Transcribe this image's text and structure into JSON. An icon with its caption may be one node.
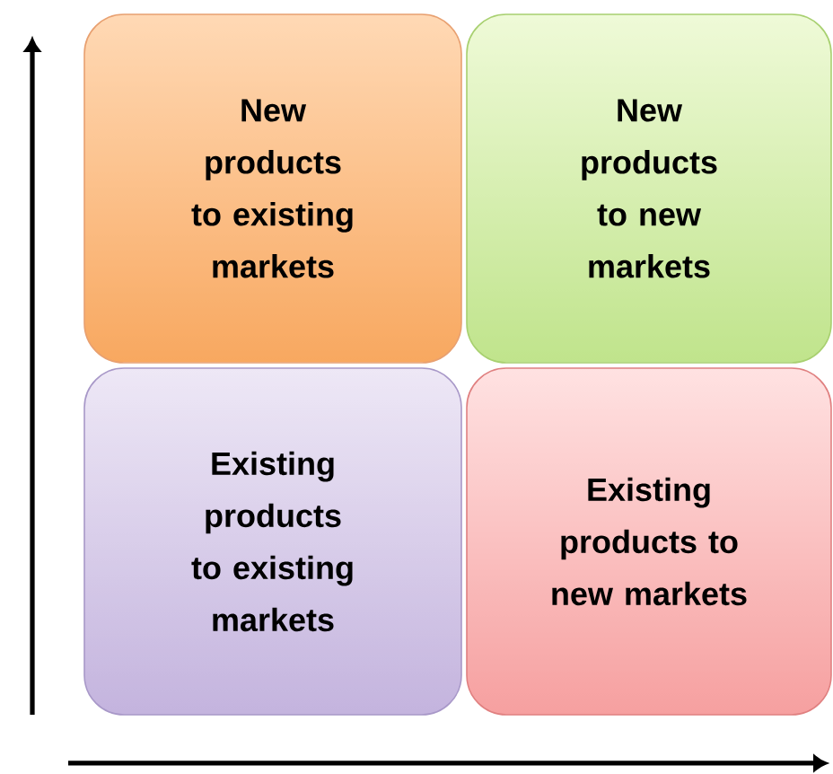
{
  "diagram": {
    "nodes": [
      {
        "text": [
          "New products to existing markets"
        ]
      },
      {
        "text": [
          "New products to new markets"
        ]
      },
      {
        "text": [
          "Existing products to existing markets"
        ]
      },
      {
        "text": [
          "Existing products to new markets"
        ]
      }
    ]
  }
}
